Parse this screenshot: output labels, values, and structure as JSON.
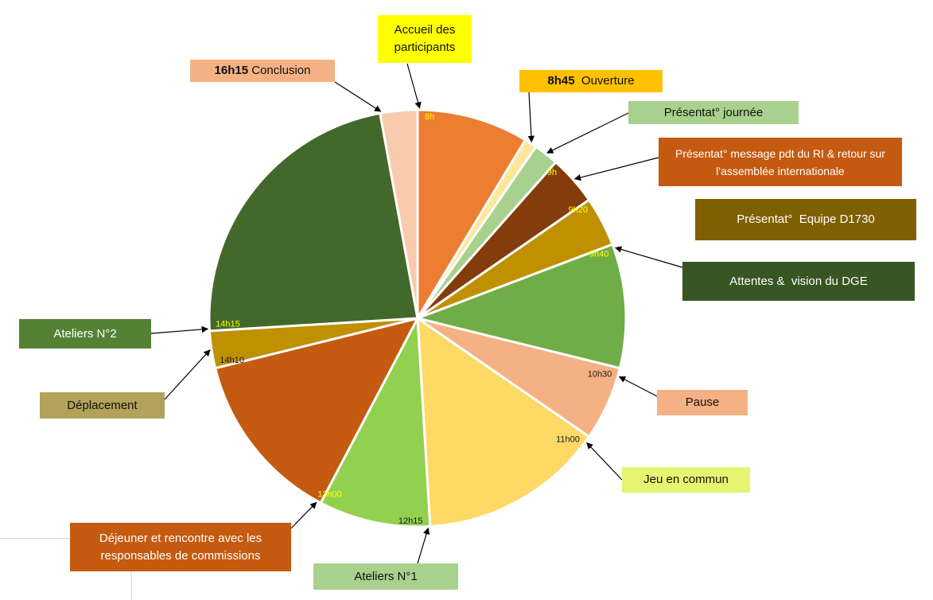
{
  "chart_data": {
    "type": "pie",
    "title": "",
    "start": "8h",
    "end": "16h30",
    "slices": [
      {
        "start": "8h",
        "end": "8h45",
        "minutes": 45,
        "color": "#ED7D31",
        "tick_label": "8h",
        "tick_color": "#FFFF00"
      },
      {
        "start": "8h45",
        "end": "8h50",
        "minutes": 5,
        "color": "#FFE699",
        "tick_label": "",
        "tick_color": ""
      },
      {
        "start": "8h50",
        "end": "9h",
        "minutes": 10,
        "color": "#A9D18E",
        "tick_label": "",
        "tick_color": ""
      },
      {
        "start": "9h",
        "end": "9h20",
        "minutes": 20,
        "color": "#843C0C",
        "tick_label": "9h",
        "tick_color": "#FFFF00"
      },
      {
        "start": "9h20",
        "end": "9h40",
        "minutes": 20,
        "color": "#BF9000",
        "tick_label": "9h20",
        "tick_color": "#FFFF00"
      },
      {
        "start": "9h40",
        "end": "10h30",
        "minutes": 50,
        "color": "#70AD47",
        "tick_label": "9h40",
        "tick_color": "#FFFF00"
      },
      {
        "start": "10h30",
        "end": "11h00",
        "minutes": 30,
        "color": "#F4B183",
        "tick_label": "10h30",
        "tick_color": "#1a1a1a"
      },
      {
        "start": "11h00",
        "end": "12h15",
        "minutes": 75,
        "color": "#FFD966",
        "tick_label": "11h00",
        "tick_color": "#1a1a1a"
      },
      {
        "start": "12h15",
        "end": "13h00",
        "minutes": 45,
        "color": "#92D050",
        "tick_label": "12h15",
        "tick_color": "#1a1a1a"
      },
      {
        "start": "13h00",
        "end": "14h10",
        "minutes": 70,
        "color": "#C55A11",
        "tick_label": "13h00",
        "tick_color": "#FFFF00"
      },
      {
        "start": "14h10",
        "end": "14h15",
        "minutes": 15,
        "color": "#BF9000",
        "tick_label": "14h10",
        "tick_color": "#1a1a1a"
      },
      {
        "start": "14h15",
        "end": "16h15",
        "minutes": 120,
        "color": "#43682B",
        "tick_label": "14h15",
        "tick_color": "#FFFF00"
      },
      {
        "start": "16h15",
        "end": "16h30",
        "minutes": 15,
        "color": "#F8CBAD",
        "tick_label": "",
        "tick_color": ""
      }
    ]
  },
  "callouts": [
    {
      "time": "",
      "text": "Accueil des participants",
      "bg": "#FFFF00",
      "fg": "#111111",
      "slice": 0
    },
    {
      "time": "16h15",
      "text": " Conclusion",
      "bg": "#F4B183",
      "fg": "#111111",
      "slice": 12
    },
    {
      "time": "8h45",
      "text": "  Ouverture",
      "bg": "#FFC000",
      "fg": "#111111",
      "slice": 1
    },
    {
      "time": "",
      "text": "Présentat° journée",
      "bg": "#A9D18E",
      "fg": "#111111",
      "slice": 2
    },
    {
      "time": "",
      "text": "Présentat° message pdt du RI & retour sur l'assemblée internationale",
      "bg": "#C55A11",
      "fg": "#ffffff",
      "slice": 3
    },
    {
      "time": "",
      "text": "Présentat°  Equipe D1730",
      "bg": "#7F6000",
      "fg": "#ffffff",
      "slice": 4
    },
    {
      "time": "",
      "text": "Attentes &  vision du DGE",
      "bg": "#375623",
      "fg": "#ffffff",
      "slice": 5
    },
    {
      "time": "",
      "text": "Pause",
      "bg": "#F4B183",
      "fg": "#111111",
      "slice": 6
    },
    {
      "time": "",
      "text": "Jeu en commun",
      "bg": "#E6F471",
      "fg": "#111111",
      "slice": 7
    },
    {
      "time": "",
      "text": "Ateliers N°1",
      "bg": "#A9D18E",
      "fg": "#111111",
      "slice": 8
    },
    {
      "time": "",
      "text": "Déjeuner et rencontre avec les responsables de commissions",
      "bg": "#C55A11",
      "fg": "#ffffff",
      "slice": 9
    },
    {
      "time": "",
      "text": "Déplacement",
      "bg": "#B3A25A",
      "fg": "#111111",
      "slice": 10
    },
    {
      "time": "",
      "text": "Ateliers N°2",
      "bg": "#548235",
      "fg": "#ffffff",
      "slice": 11
    }
  ]
}
